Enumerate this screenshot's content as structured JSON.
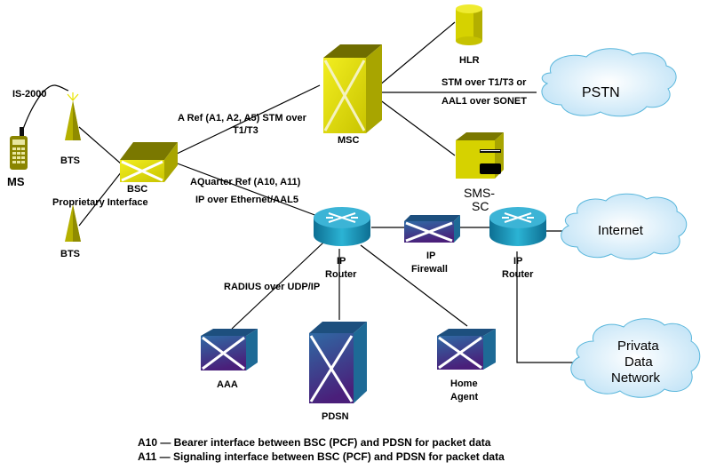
{
  "nodes": {
    "ms": "MS",
    "bts_top": "BTS",
    "bts_bottom": "BTS",
    "bsc": "BSC",
    "msc": "MSC",
    "hlr": "HLR",
    "sms_sc_line1": "SMS-",
    "sms_sc_line2": "SC",
    "pstn": "PSTN",
    "ip_router_left_line1": "IP",
    "ip_router_left_line2": "Router",
    "ip_firewall_line1": "IP",
    "ip_firewall_line2": "Firewall",
    "ip_router_right_line1": "IP",
    "ip_router_right_line2": "Router",
    "internet": "Internet",
    "private_network_line1": "Privata",
    "private_network_line2": "Data",
    "private_network_line3": "Network",
    "aaa": "AAA",
    "pdsn": "PDSN",
    "home_agent_line1": "Home",
    "home_agent_line2": "Agent"
  },
  "links": {
    "air_interface": "IS-2000",
    "bts_bsc": "Proprietary Interface",
    "a_ref_line1": "A Ref (A1, A2, A5) STM over",
    "a_ref_line2": "T1/T3",
    "aquarter_line1": "AQuarter Ref (A10, A11)",
    "aquarter_line2": "IP over Ethernet/AAL5",
    "pstn_line1": "STM over T1/T3 or",
    "pstn_line2": "AAL1 over SONET",
    "radius": "RADIUS over UDP/IP"
  },
  "legend": [
    "A10 — Bearer interface between BSC (PCF) and PDSN for packet data",
    "A11 — Signaling interface between BSC (PCF) and PDSN for packet data"
  ],
  "colors": {
    "yellow_front": "#d8d400",
    "yellow_side": "#9c9a00",
    "yellow_top": "#7a7800",
    "blue_front": "#3a3a8c",
    "blue_side": "#1e6a96",
    "router_teal": "#1a8fb0",
    "cloud_fill": "#cfe9f8",
    "cloud_stroke": "#5ab7dc"
  }
}
